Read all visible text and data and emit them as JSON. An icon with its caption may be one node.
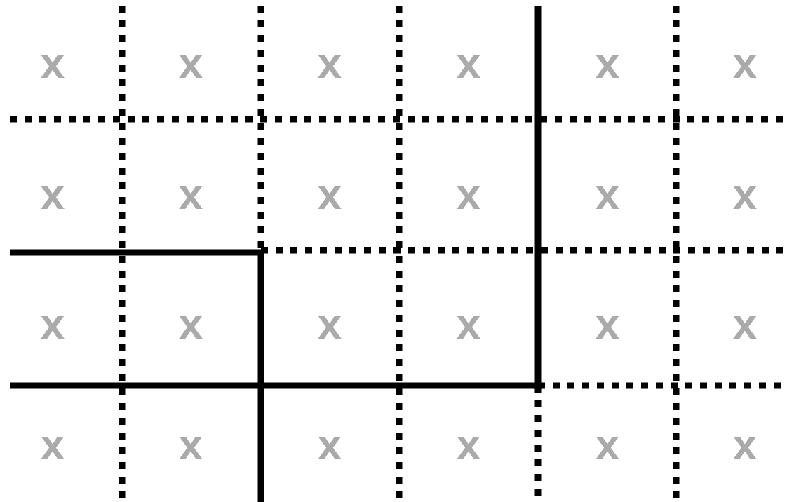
{
  "diagram": {
    "labels": [
      "x",
      "x",
      "x",
      "x",
      "x",
      "x",
      "x",
      "x",
      "x",
      "x",
      "x",
      "x",
      "x",
      "x",
      "x",
      "x",
      "x",
      "x",
      "x",
      "x",
      "x",
      "x",
      "x",
      "x"
    ]
  }
}
